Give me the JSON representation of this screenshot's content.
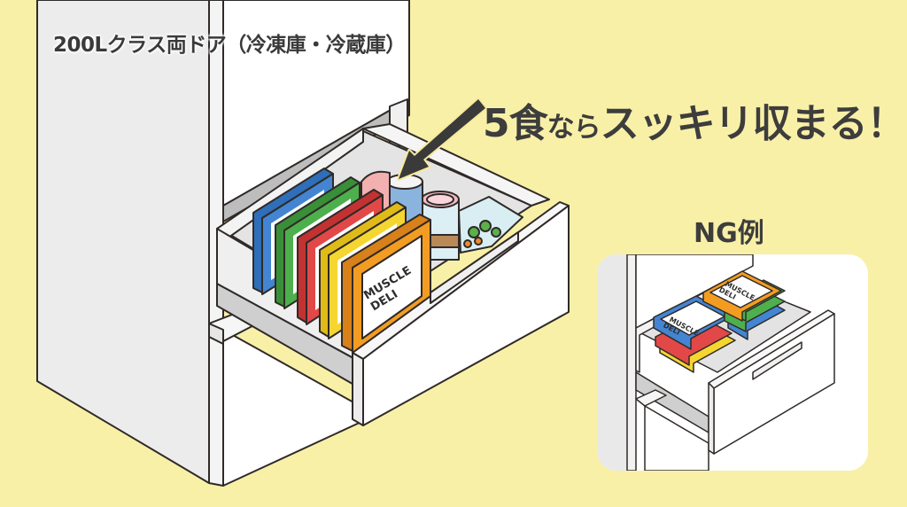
{
  "header": {
    "title": "200Lクラス両ドア（冷凍庫・冷蔵庫）"
  },
  "headline": {
    "number": "5",
    "kanji": "食",
    "particle": "なら",
    "rest": "スッキリ収まる！"
  },
  "ng_example": {
    "label": "NG例"
  },
  "products": {
    "brand_line1": "MUSCLE",
    "brand_line2": "DELI"
  },
  "colors": {
    "background": "#f9f0a8",
    "text": "#3d3d3d",
    "box_blue": "#3f7fcc",
    "box_green": "#45a545",
    "box_red": "#dc4040",
    "box_yellow": "#f2d22a",
    "box_orange": "#f29a1e",
    "arrow": "#3a3a3a"
  }
}
